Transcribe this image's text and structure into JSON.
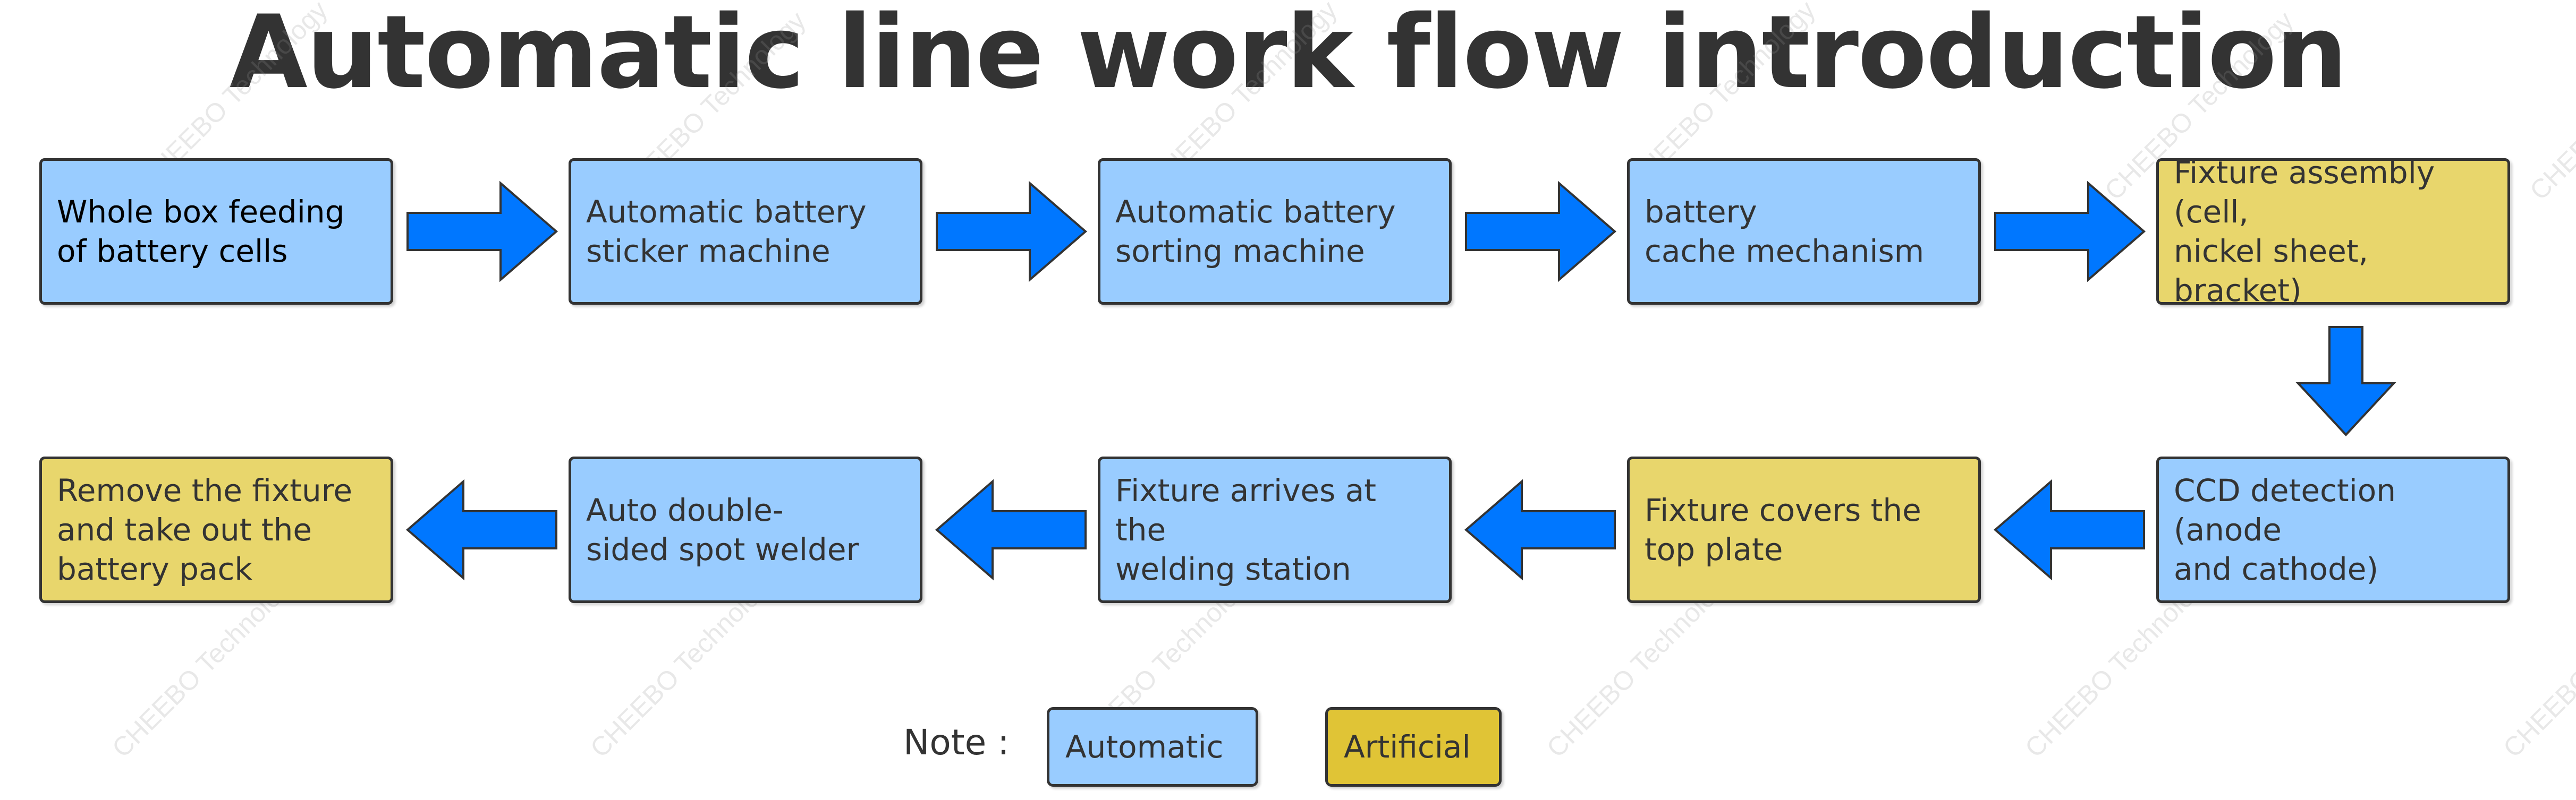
{
  "title": "Automatic line work flow introduction",
  "watermark_text": "CHEEBO Technology",
  "colors": {
    "automatic": "#99ccff",
    "artificial": "#e8d66c",
    "legend_artificial": "#e0c436",
    "arrow": "#0077ff",
    "border": "#333333"
  },
  "steps": [
    {
      "id": 1,
      "label": "Whole box feeding\nof battery cells",
      "type": "automatic"
    },
    {
      "id": 2,
      "label": "Automatic battery\nsticker machine",
      "type": "automatic"
    },
    {
      "id": 3,
      "label": "Automatic battery\nsorting machine",
      "type": "automatic"
    },
    {
      "id": 4,
      "label": "battery\ncache mechanism",
      "type": "automatic"
    },
    {
      "id": 5,
      "label": "Fixture assembly (cell,\nnickel sheet, bracket)",
      "type": "artificial"
    },
    {
      "id": 6,
      "label": "CCD detection (anode\nand cathode)",
      "type": "automatic"
    },
    {
      "id": 7,
      "label": "Fixture covers the\ntop plate",
      "type": "artificial"
    },
    {
      "id": 8,
      "label": "Fixture arrives at the\nwelding station",
      "type": "automatic"
    },
    {
      "id": 9,
      "label": "Auto double-\nsided spot welder",
      "type": "automatic"
    },
    {
      "id": 10,
      "label": "Remove the fixture\nand take out the\nbattery pack",
      "type": "artificial"
    }
  ],
  "legend": {
    "note_label": "Note :",
    "automatic_label": "Automatic",
    "artificial_label": "Artificial"
  }
}
